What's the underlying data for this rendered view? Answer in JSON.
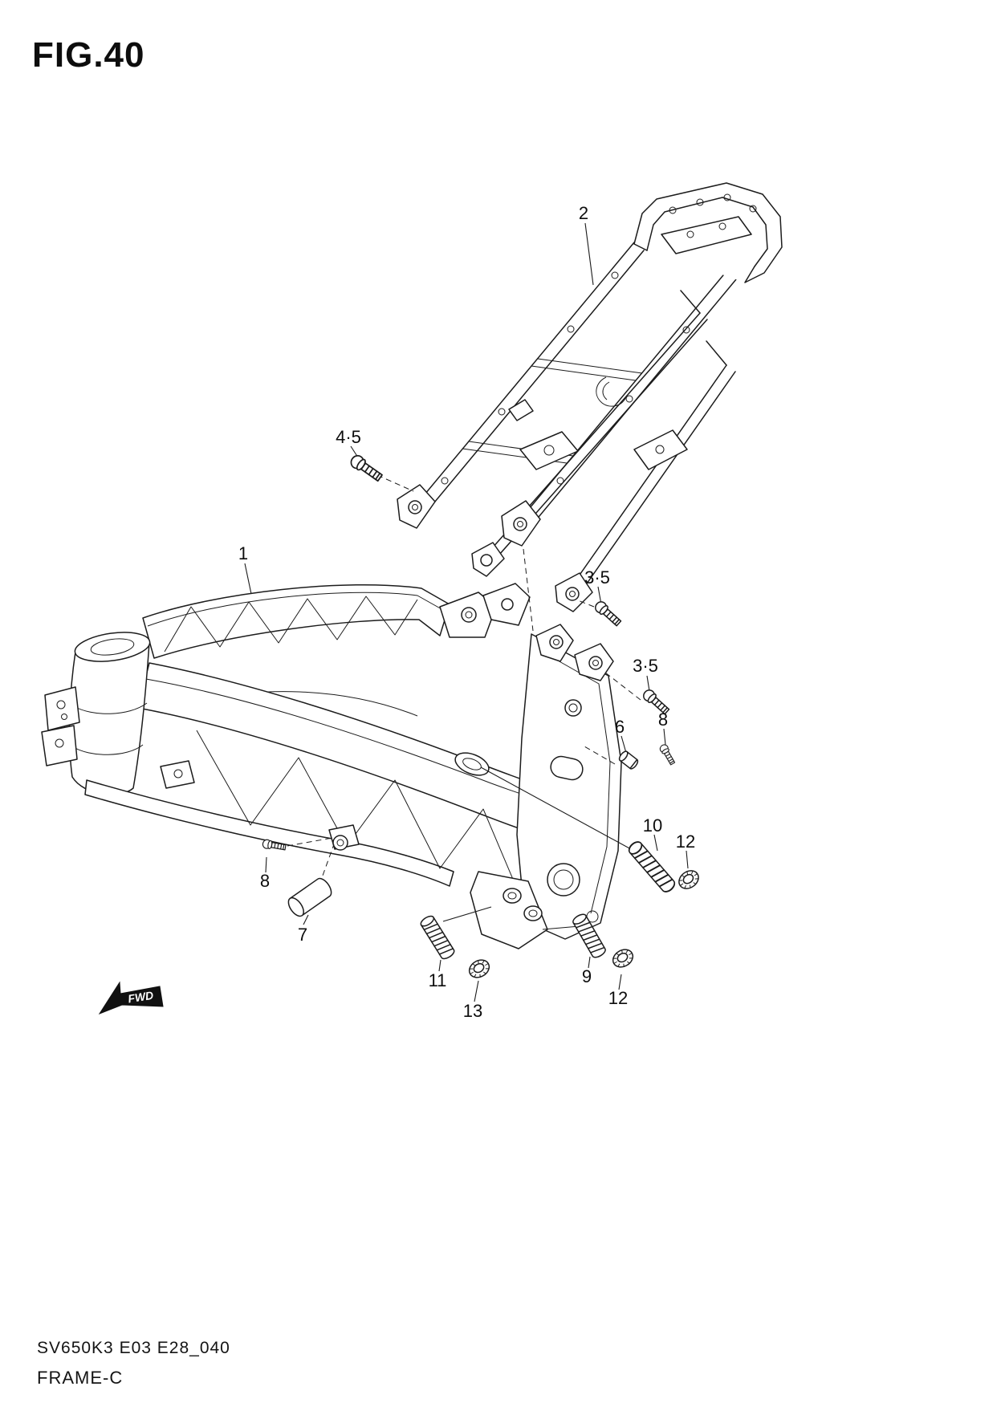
{
  "figure": {
    "title": "FIG.40",
    "model_code": "SV650K3 E03 E28_040",
    "caption": "FRAME-C",
    "fwd_label": "FWD"
  },
  "callouts": [
    {
      "label": "1"
    },
    {
      "label": "2"
    },
    {
      "label": "4·5"
    },
    {
      "label": "3·5"
    },
    {
      "label": "3·5"
    },
    {
      "label": "6"
    },
    {
      "label": "8"
    },
    {
      "label": "10"
    },
    {
      "label": "12"
    },
    {
      "label": "8"
    },
    {
      "label": "7"
    },
    {
      "label": "11"
    },
    {
      "label": "13"
    },
    {
      "label": "9"
    },
    {
      "label": "12"
    }
  ]
}
